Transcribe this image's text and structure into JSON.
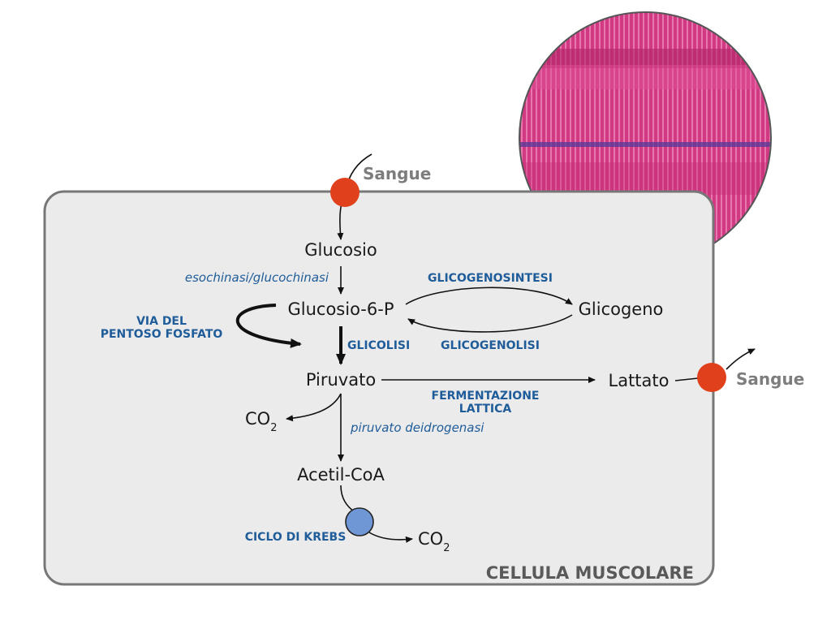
{
  "colors": {
    "cell_fill": "#ebebeb",
    "cell_border": "#777777",
    "transporter": "#e0401c",
    "krebs": "#6f97d6",
    "enzyme_text": "#1f5c9a",
    "tissue": "#d6337f"
  },
  "blood": {
    "in_label": "Sangue",
    "out_label": "Sangue"
  },
  "cell": {
    "label": "CELLULA MUSCOLARE"
  },
  "nodes": {
    "glucosio": "Glucosio",
    "glucosio6p": "Glucosio-6-P",
    "glicogeno": "Glicogeno",
    "piruvato": "Piruvato",
    "lattato": "Lattato",
    "acetilcoa": "Acetil-CoA",
    "co2_base_1": "CO",
    "co2_sub_1": "2",
    "co2_base_2": "CO",
    "co2_sub_2": "2"
  },
  "enzymes": {
    "esochinasi": "esochinasi/glucochinasi",
    "glicogenosintesi": "GLICOGENOSINTESI",
    "glicogenolisi": "GLICOGENOLISI",
    "via_del_line1": "VIA DEL",
    "via_del_line2": "PENTOSO FOSFATO",
    "glicolisi": "GLICOLISI",
    "fermentazione_line1": "FERMENTAZIONE",
    "fermentazione_line2": "LATTICA",
    "piruvato_deidrogenasi": "piruvato deidrogenasi",
    "ciclo_krebs": "CICLO DI KREBS"
  },
  "images": {
    "tissue_micrograph": "muscle-tissue-micrograph"
  }
}
